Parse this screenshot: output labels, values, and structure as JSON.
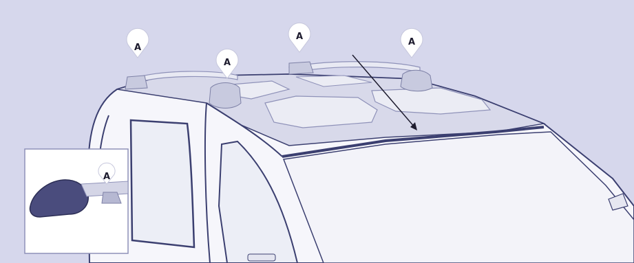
{
  "colors": {
    "background": "#d6d7ec",
    "car_body": "#f6f6fb",
    "outline": "#3b3f70",
    "roof": "#d8d9ea",
    "glass": "#ebecf4",
    "callout_fill": "#ffffff",
    "callout_text": "#1d1b2e"
  },
  "callouts": [
    {
      "label": "A"
    },
    {
      "label": "A"
    },
    {
      "label": "A"
    },
    {
      "label": "A"
    }
  ],
  "inset": {
    "callout_label": "A"
  }
}
